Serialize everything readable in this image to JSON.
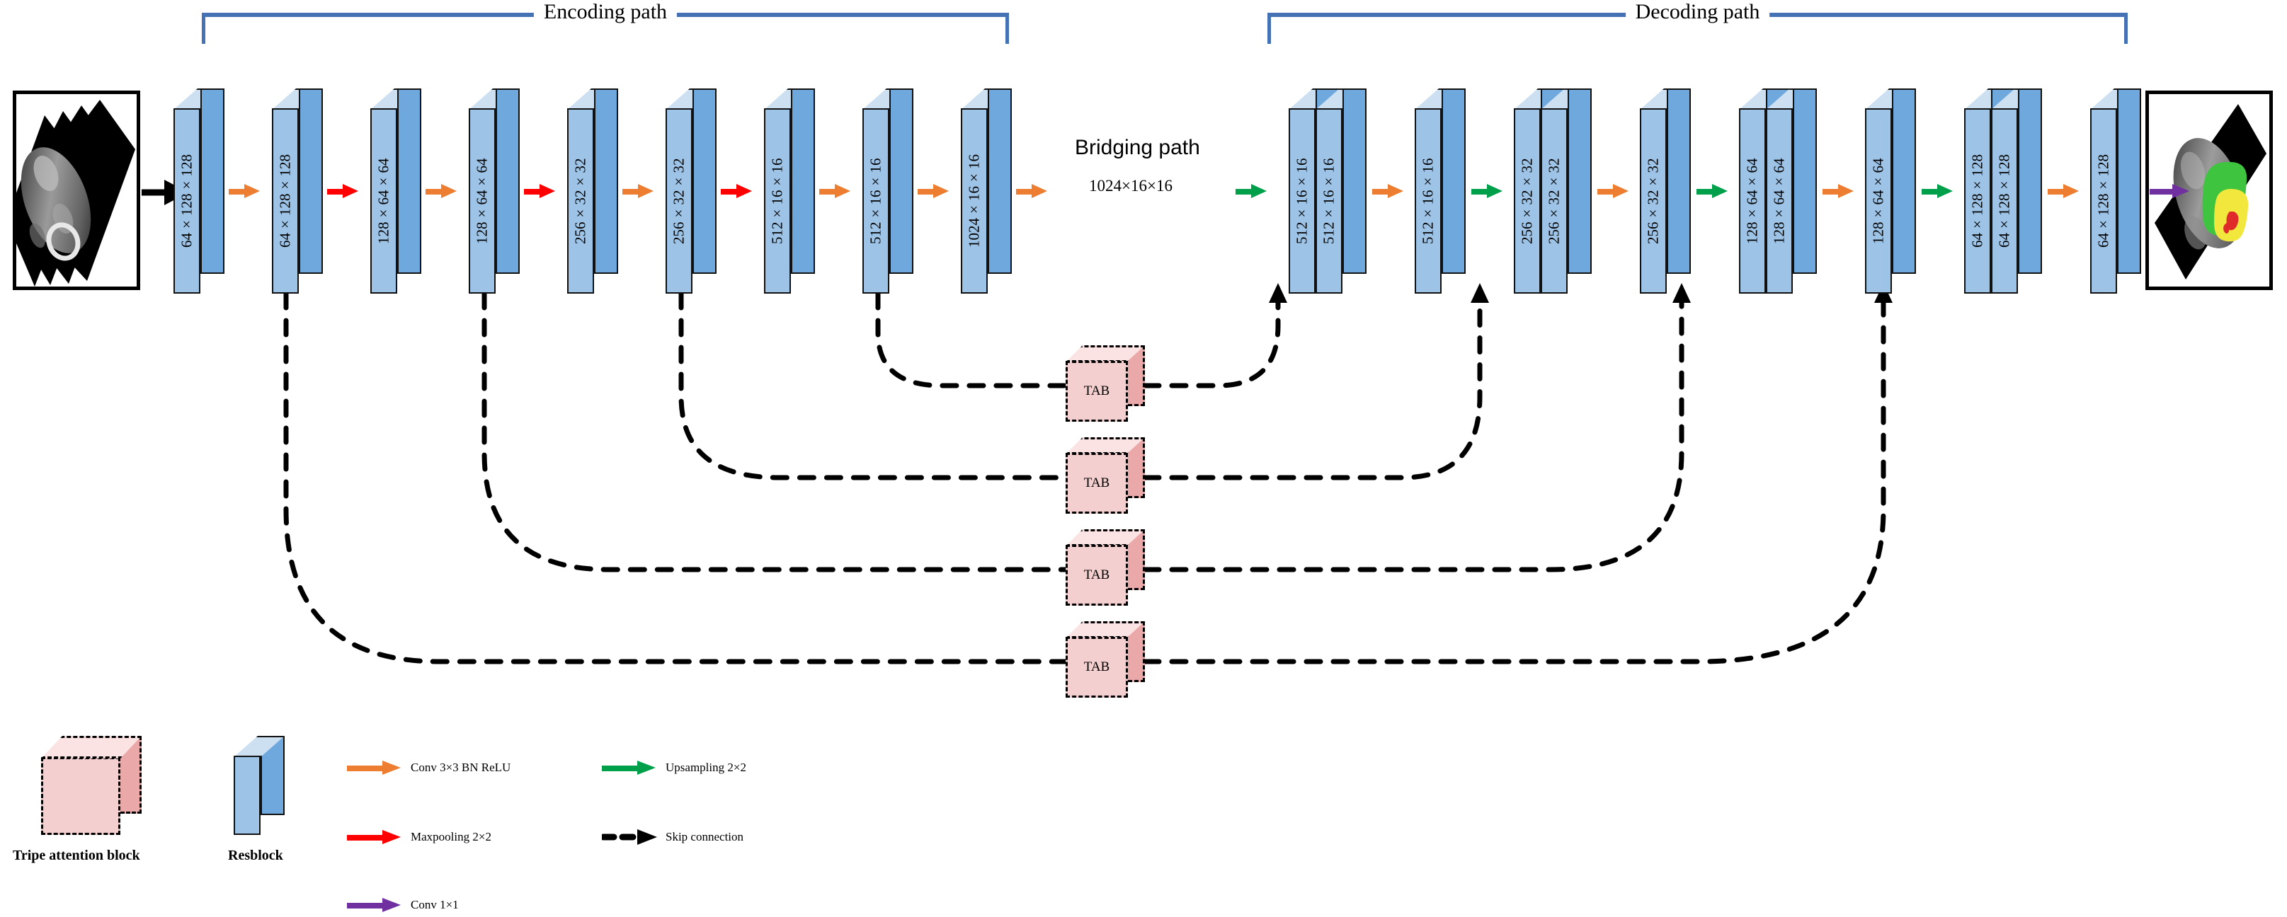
{
  "paths": {
    "encoding_label": "Encoding path",
    "decoding_label": "Decoding path",
    "bridging_label": "Bridging path",
    "bridging_dim": "1024×16×16"
  },
  "colors": {
    "conv": "#ed7d31",
    "maxpool": "#fe0000",
    "upsample": "#00a04b",
    "conv1x1": "#7030a0",
    "skip": "#000000",
    "bracket": "#4472b4",
    "block_front": "#9dc3e6",
    "block_side": "#6fa8dc",
    "block_top": "#cde0f2",
    "tab_front": "#f4cfcf",
    "tab_side": "#eba8a8",
    "tab_top": "#fbe3e3"
  },
  "encoder": {
    "blocks": [
      {
        "label": "64×128×128"
      },
      {
        "label": "64×128×128"
      },
      {
        "label": "128×64×64"
      },
      {
        "label": "128×64×64"
      },
      {
        "label": "256×32×32"
      },
      {
        "label": "256×32×32"
      },
      {
        "label": "512×16×16"
      },
      {
        "label": "512×16×16"
      },
      {
        "label": "1024×16×16"
      }
    ],
    "arrows": [
      "conv",
      "maxpool",
      "conv",
      "maxpool",
      "conv",
      "maxpool",
      "conv",
      "conv"
    ]
  },
  "decoder": {
    "groups": [
      {
        "labels": [
          "512×16×16",
          "512×16×16"
        ],
        "paired": true
      },
      {
        "labels": [
          "512×16×16"
        ],
        "paired": false
      },
      {
        "labels": [
          "256×32×32",
          "256×32×32"
        ],
        "paired": true
      },
      {
        "labels": [
          "256×32×32"
        ],
        "paired": false
      },
      {
        "labels": [
          "128×64×64",
          "128×64×64"
        ],
        "paired": true
      },
      {
        "labels": [
          "128×64×64"
        ],
        "paired": false
      },
      {
        "labels": [
          "64×128×128",
          "64×128×128"
        ],
        "paired": true
      },
      {
        "labels": [
          "64×128×128"
        ],
        "paired": false
      }
    ],
    "arrows": [
      "conv",
      "upsample",
      "conv",
      "upsample",
      "conv",
      "upsample",
      "conv"
    ]
  },
  "attention_blocks": [
    {
      "label": "TAB"
    },
    {
      "label": "TAB"
    },
    {
      "label": "TAB"
    },
    {
      "label": "TAB"
    }
  ],
  "legend": {
    "shapes": [
      {
        "name": "Tripe attention block"
      },
      {
        "name": "Resblock"
      }
    ],
    "arrows": [
      {
        "label": "Conv 3×3 BN ReLU",
        "color": "conv"
      },
      {
        "label": "Maxpooling 2×2",
        "color": "maxpool"
      },
      {
        "label": "Upsampling 2×2",
        "color": "upsample"
      },
      {
        "label": "Skip connection",
        "color": "skip"
      },
      {
        "label": "Conv 1×1",
        "color": "conv1x1"
      }
    ]
  },
  "input_image": {
    "alt": "brain-mri-slice-stack"
  },
  "output_image": {
    "alt": "brain-tumor-segmentation-overlay"
  }
}
